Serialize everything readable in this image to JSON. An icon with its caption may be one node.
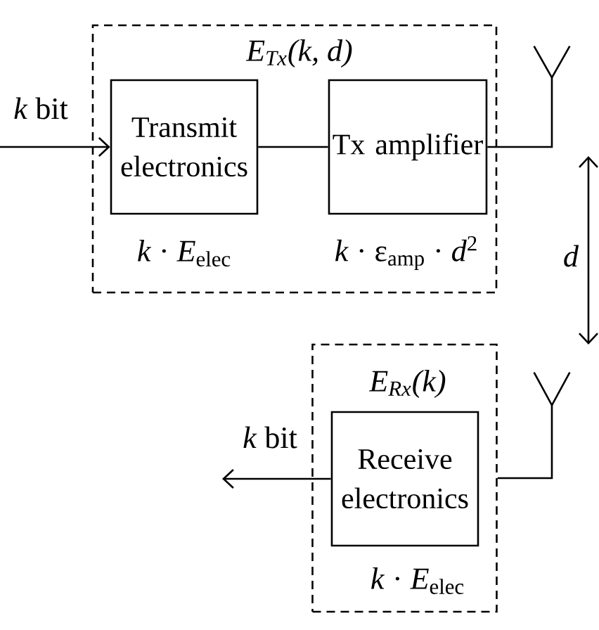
{
  "diagram": {
    "nodes": [
      {
        "text": [
          "E$_{Tx}$(k, d)"
        ]
      },
      {
        "text": [
          "Transmit electronics"
        ],
        "in": 0,
        "beside": [
          "*k* · *E*$_{elec}$"
        ]
      },
      {
        "text": [
          "Tx amplifier"
        ],
        "in": 0,
        "beside": [
          "*k* · ε$_{amp}$ · *d*$^{2}$"
        ]
      },
      {
        "text": [],
        "shape": "antenna"
      },
      {
        "text": [
          "E$_{Rx}$(k)"
        ]
      },
      {
        "text": [
          "Receive electronics"
        ],
        "in": 4,
        "beside": [
          "*k* · *E*$_{elec}$"
        ]
      },
      {
        "text": [],
        "shape": "antenna"
      }
    ],
    "edges": [
      {
        "from": null,
        "to": 1,
        "arrow": "to",
        "label": "*k* bit"
      },
      {
        "from": 1,
        "to": 2,
        "arrow": "none"
      },
      {
        "from": 2,
        "to": 3,
        "arrow": "none"
      },
      {
        "from": 6,
        "to": 4,
        "arrow": "none"
      },
      {
        "from": 5,
        "to": null,
        "arrow": "to",
        "label": "*k* bit"
      }
    ],
    "labels": [
      "d"
    ]
  }
}
